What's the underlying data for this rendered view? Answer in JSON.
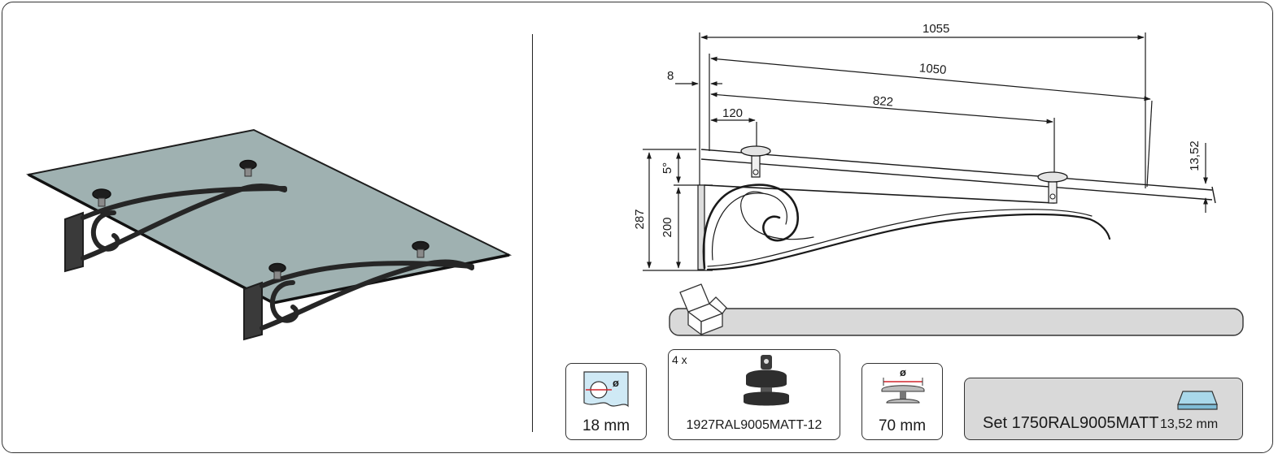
{
  "dimensions": {
    "total_width": "1055",
    "glass_width": "1050",
    "bracket_spacing": "822",
    "bracket_offset": "120",
    "wall_gap": "8",
    "overall_height": "287",
    "bracket_height": "200",
    "angle": "5°",
    "glass_thickness": "13,52"
  },
  "parts": {
    "hole_diameter": {
      "symbol": "ø",
      "value": "18 mm"
    },
    "fixing": {
      "quantity": "4 x",
      "code": "1927RAL9005MATT-12"
    },
    "disc_diameter": {
      "symbol": "ø",
      "value": "70 mm"
    },
    "set": {
      "code": "Set 1750RAL9005MATT",
      "thickness": "13,52 mm"
    }
  },
  "colors": {
    "glass": "#9fb1b1",
    "glass_icon": "#a9d8ea",
    "bracket": "#2a2a2a",
    "panel": "#d9d9d9",
    "accent_red": "#d2232a"
  },
  "icons": [
    "box-icon",
    "glass-hole-icon",
    "fixing-knob-icon",
    "disc-icon",
    "glass-pane-icon"
  ]
}
